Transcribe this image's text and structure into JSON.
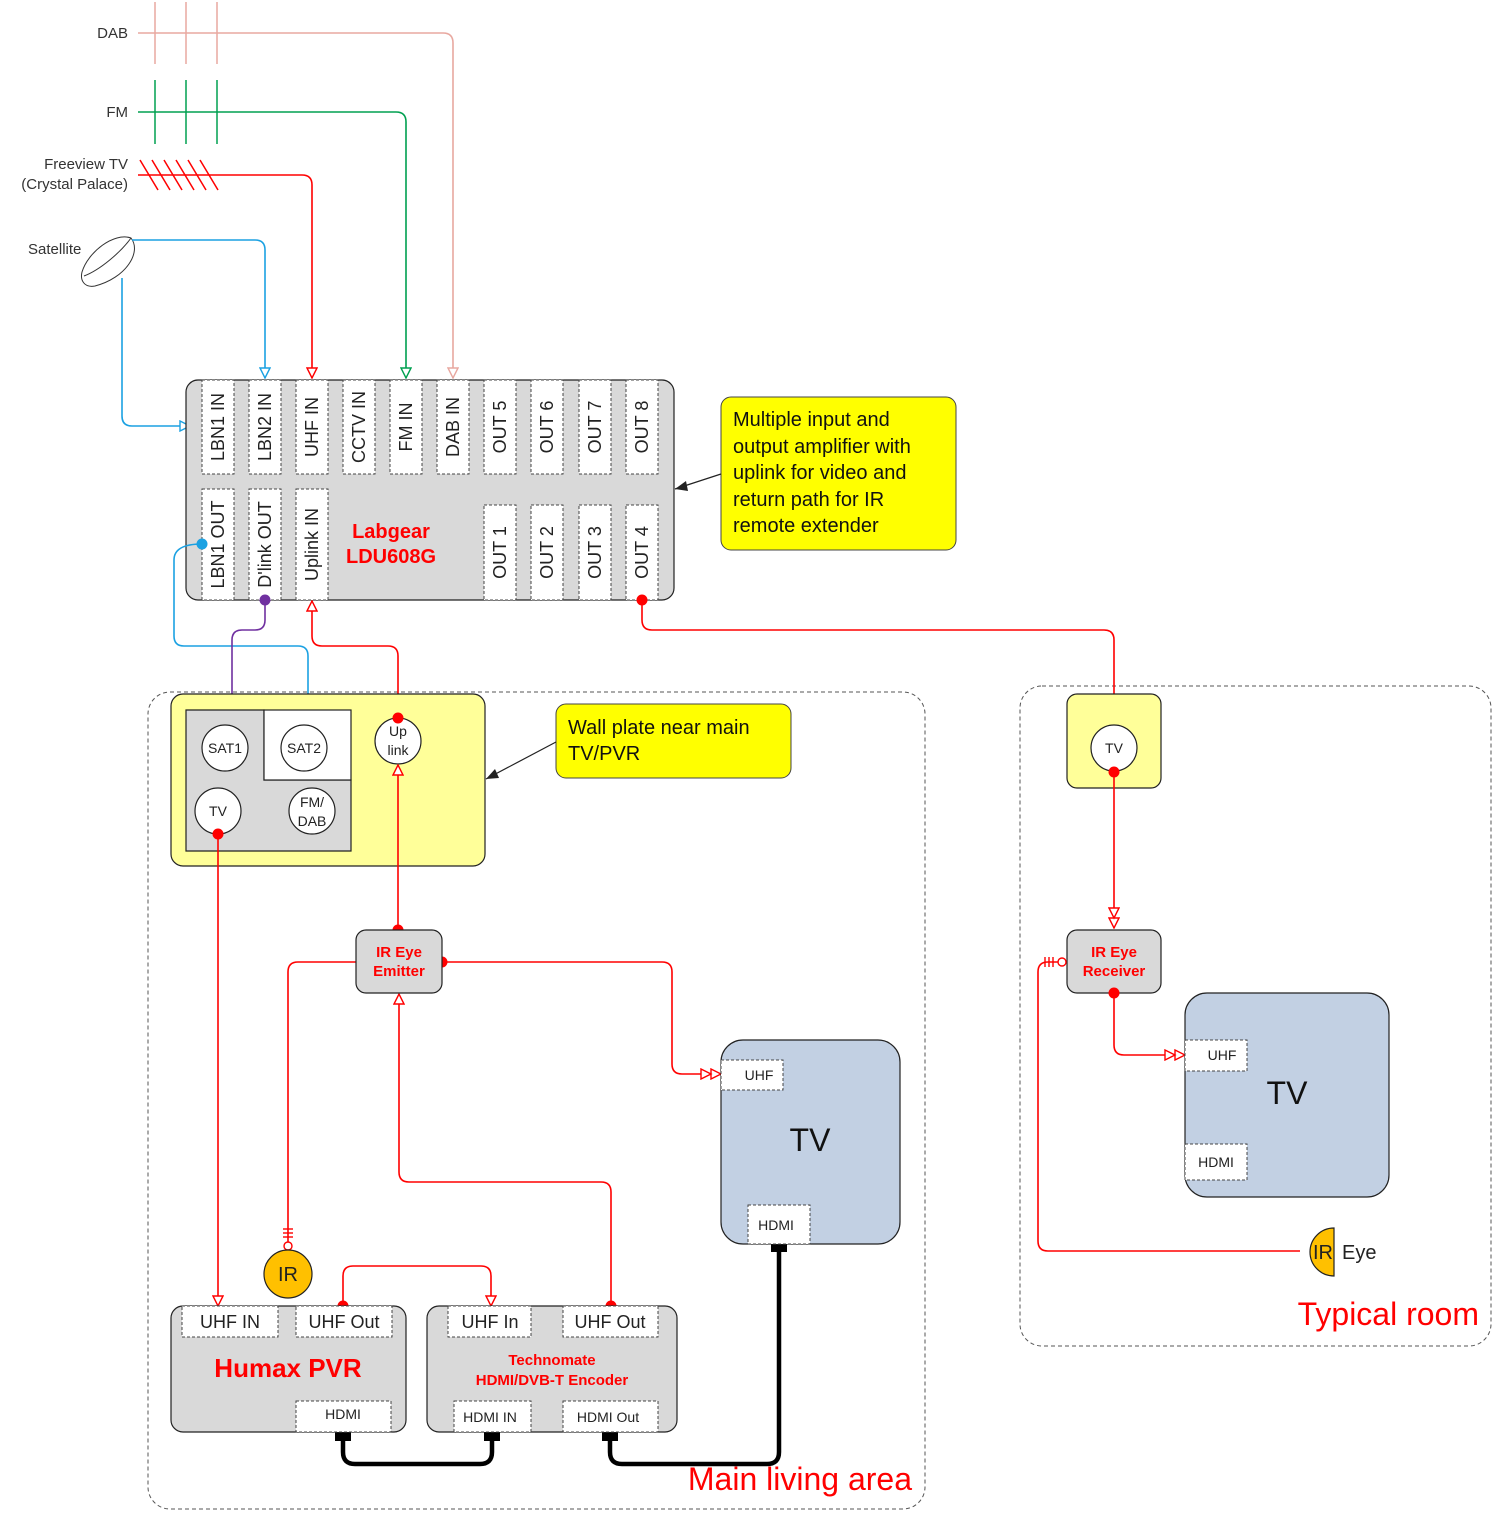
{
  "sources": {
    "dab": "DAB",
    "fm": "FM",
    "freeview_line1": "Freeview TV",
    "freeview_line2": "(Crystal Palace)",
    "satellite": "Satellite"
  },
  "amplifier": {
    "name_line1": "Labgear",
    "name_line2": "LDU608G",
    "top_ports": [
      "LBN1 IN",
      "LBN2 IN",
      "UHF IN",
      "CCTV IN",
      "FM IN",
      "DAB IN",
      "OUT 5",
      "OUT 6",
      "OUT 7",
      "OUT 8"
    ],
    "bottom_left_ports": [
      "LBN1 OUT",
      "D'link OUT",
      "Uplink IN"
    ],
    "bottom_right_ports": [
      "OUT 1",
      "OUT 2",
      "OUT 3",
      "OUT 4"
    ]
  },
  "notes": {
    "amplifier_note": [
      "Multiple input and",
      "output amplifier with",
      "uplink for video and",
      "return path for IR",
      "remote extender"
    ],
    "wallplate_note": [
      "Wall plate near main",
      "TV/PVR"
    ]
  },
  "wall_plate": {
    "sat1": "SAT1",
    "sat2": "SAT2",
    "tv": "TV",
    "fm_dab_line1": "FM/",
    "fm_dab_line2": "DAB",
    "uplink_line1": "Up",
    "uplink_line2": "link"
  },
  "main_area": {
    "region_label": "Main living area",
    "ir_emitter_line1": "IR Eye",
    "ir_emitter_line2": "Emitter",
    "ir_bulb": "IR",
    "tv_title": "TV",
    "tv_uhf": "UHF",
    "tv_hdmi": "HDMI",
    "pvr_name": "Humax PVR",
    "pvr_uhf_in": "UHF IN",
    "pvr_uhf_out": "UHF Out",
    "pvr_hdmi": "HDMI",
    "encoder_name_line1": "Technomate",
    "encoder_name_line2": "HDMI/DVB-T Encoder",
    "encoder_uhf_in": "UHF In",
    "encoder_uhf_out": "UHF Out",
    "encoder_hdmi_in": "HDMI IN",
    "encoder_hdmi_out": "HDMI Out"
  },
  "typical_room": {
    "region_label": "Typical room",
    "socket_tv": "TV",
    "ir_receiver_line1": "IR Eye",
    "ir_receiver_line2": "Receiver",
    "tv_title": "TV",
    "tv_uhf": "UHF",
    "tv_hdmi": "HDMI",
    "ir_eye_prefix": "IR",
    "ir_eye_suffix": "Eye"
  },
  "colors": {
    "red": "#ff0000",
    "blue": "#1ba1e2",
    "green": "#00a050",
    "pink": "#e8a8a0",
    "purple": "#7030a0",
    "yellow_note": "#ffff00",
    "yellow_plate": "#ffff99",
    "grey_box": "#d9d9d9",
    "tv_blue": "#c2d0e3",
    "ir_orange": "#ffc000"
  }
}
